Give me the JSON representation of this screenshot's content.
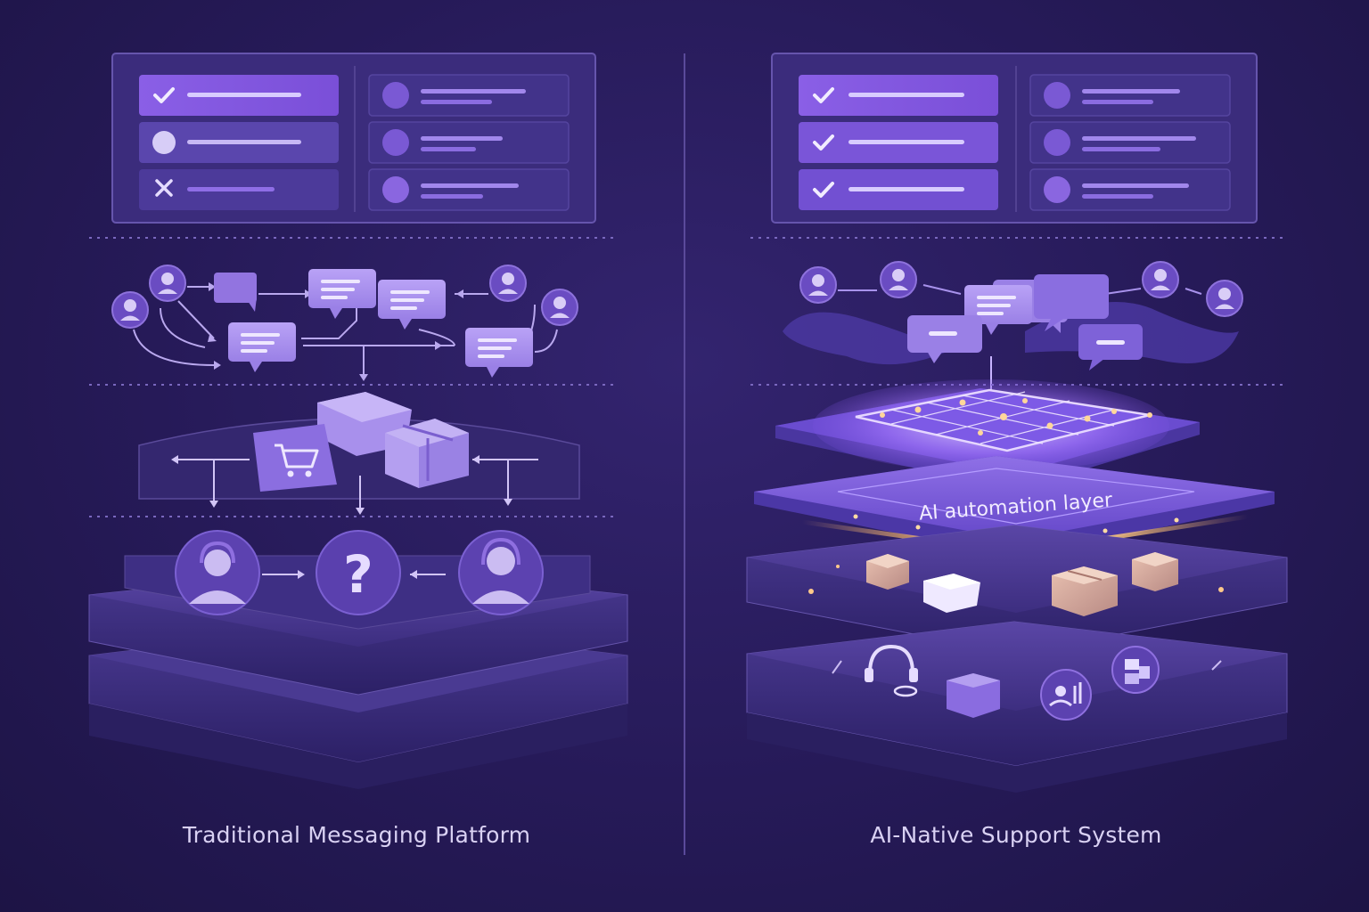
{
  "panels": {
    "left": {
      "caption": "Traditional Messaging Platform",
      "checklist_states": [
        "check",
        "circle",
        "cross"
      ]
    },
    "right": {
      "caption": "AI-Native Support System",
      "checklist_states": [
        "check",
        "check",
        "check"
      ],
      "layer_label": "AI automation layer"
    }
  },
  "colors": {
    "background": "#261a58",
    "panel": "#3a2d7a",
    "accent": "#8a5ce8",
    "highlight": "#b58cff",
    "glow": "#f3b66a"
  },
  "icons": {
    "user": "user-avatar-icon",
    "chat": "chat-bubble-icon",
    "cart": "shopping-cart-icon",
    "box": "package-box-icon",
    "question": "question-mark-icon",
    "agent": "headset-agent-icon",
    "headset": "headphones-icon"
  }
}
